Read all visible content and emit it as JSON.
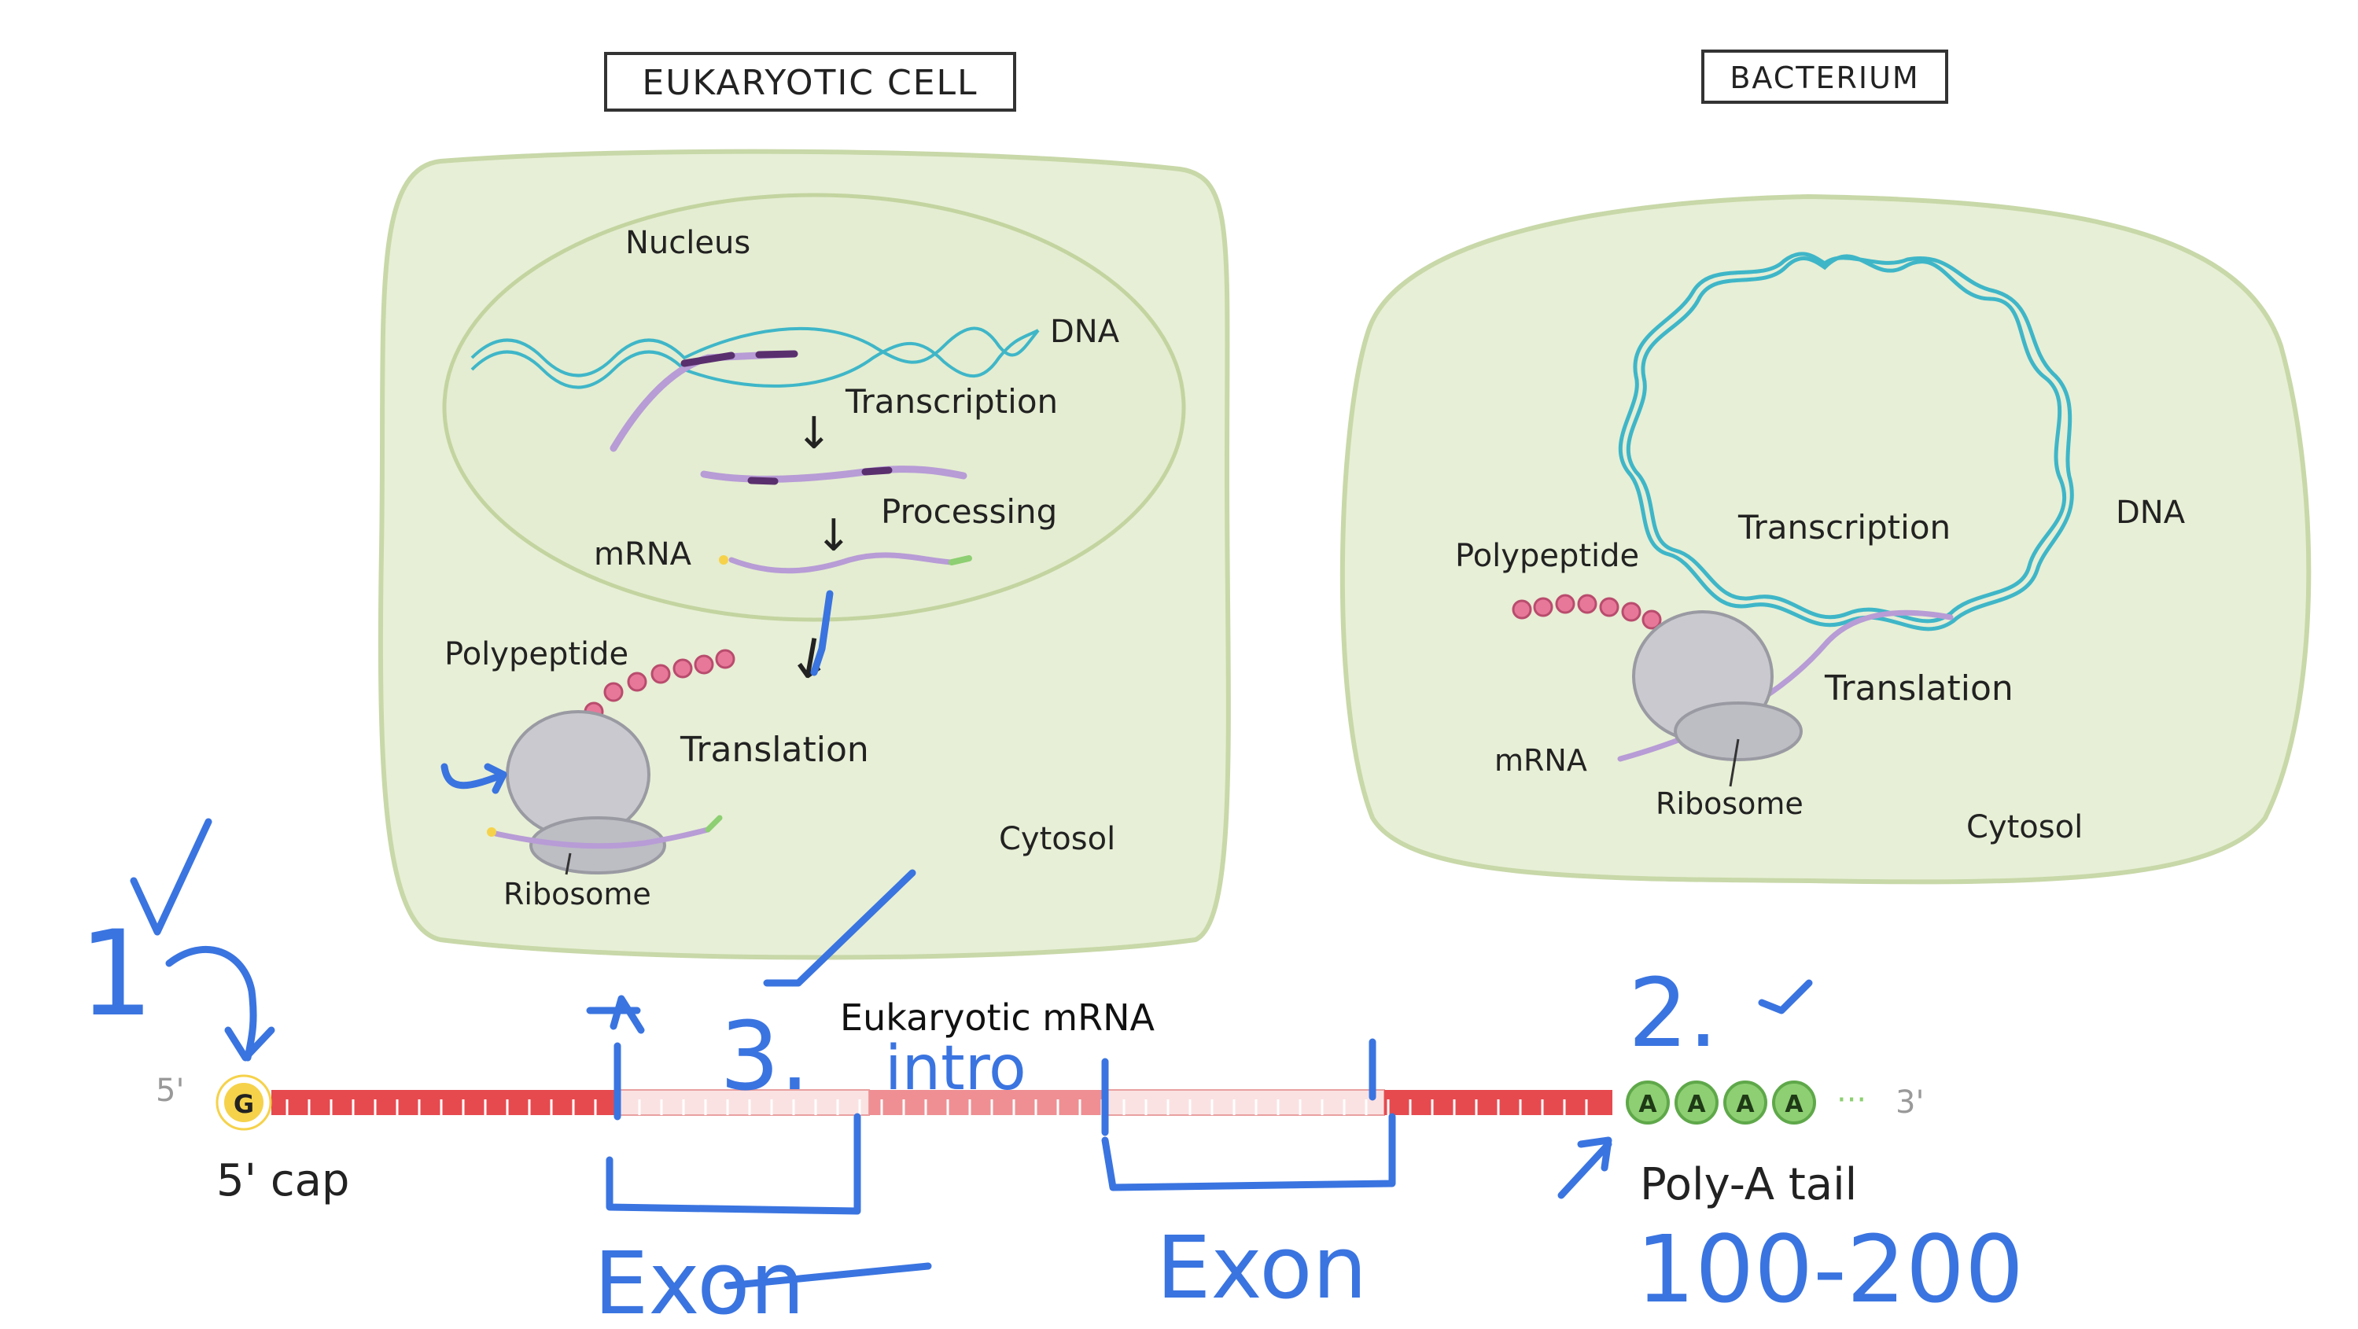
{
  "eukaryote": {
    "title": "EUKARYOTIC CELL",
    "nucleus": "Nucleus",
    "dna": "DNA",
    "transcription": "Transcription",
    "processing": "Processing",
    "mrna": "mRNA",
    "polypeptide": "Polypeptide",
    "translation": "Translation",
    "ribosome": "Ribosome",
    "cytosol": "Cytosol"
  },
  "bacterium": {
    "title": "BACTERIUM",
    "transcription": "Transcription",
    "dna": "DNA",
    "polypeptide": "Polypeptide",
    "translation": "Translation",
    "mrna": "mRNA",
    "ribosome": "Ribosome",
    "cytosol": "Cytosol"
  },
  "mrna_diagram": {
    "title": "Eukaryotic mRNA",
    "five_prime": "5'",
    "three_prime": "3'",
    "cap_letter": "G",
    "cap_label": "5' cap",
    "poly_a_letters": [
      "A",
      "A",
      "A",
      "A"
    ],
    "tail_dots": "···",
    "tail_label": "Poly-A tail"
  },
  "annotations": {
    "one": "1",
    "two": "2.",
    "three": "3.",
    "intro": "intro",
    "exon_left": "Exon",
    "exon_right": "Exon",
    "tail_length": "100-200"
  },
  "colors": {
    "cell_fill": "#e7efd6",
    "cell_stroke": "#c8d8a8",
    "dna": "#3fb6c8",
    "mrna": "#b79cd6",
    "ribosome": "#c9c9cf",
    "peptide": "#e8789a",
    "exon_red": "#e64a4f",
    "poly_a": "#8dcf72",
    "cap": "#f5d24a",
    "ink": "#3a74e0"
  }
}
